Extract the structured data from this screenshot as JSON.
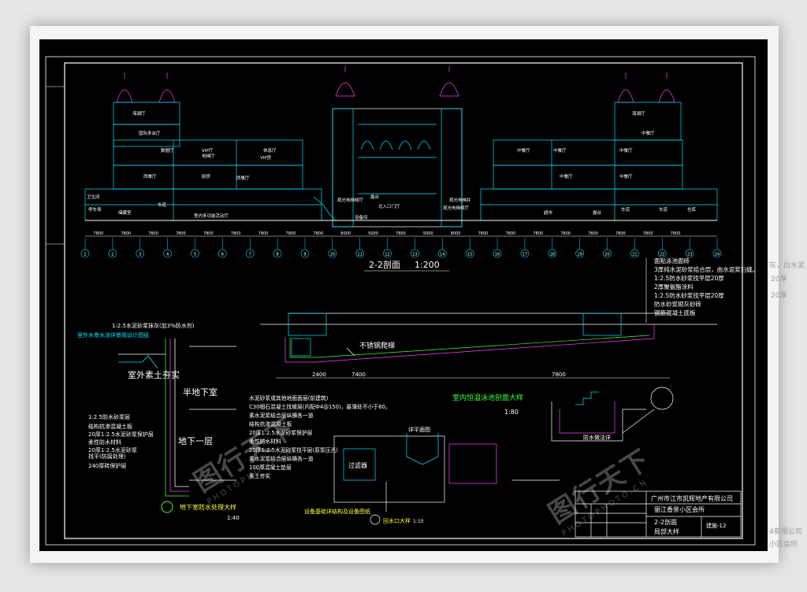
{
  "section": {
    "title": "2-2剖面",
    "scale": "1:200",
    "room_labels": [
      "海湖厅",
      "国际多会厅",
      "数据厅",
      "VIP厅",
      "休息厅",
      "VIP房",
      "电梯厅",
      "西餐厅",
      "厨房",
      "西餐厅",
      "室内多功能活动厅",
      "露台",
      "北入口门厅",
      "观光电梯候厅",
      "设备间",
      "观光电梯井",
      "观光电梯候厅",
      "中餐厅",
      "中餐厅",
      "中餐厅",
      "海湖厅",
      "中餐厅",
      "中餐厅",
      "中餐厅",
      "超市",
      "露台",
      "卫生间",
      "停车场",
      "车道",
      "车道",
      "车道",
      "储藏室",
      "仓库"
    ],
    "grid_dims": [
      "7800",
      "7800",
      "7800",
      "7800",
      "7800",
      "7800",
      "7800",
      "7800",
      "7800",
      "8000",
      "5000",
      "7800",
      "5000",
      "8000",
      "7800",
      "7800",
      "7800",
      "7800",
      "7800",
      "7800",
      "7800",
      "7800"
    ],
    "axis_numbers": [
      "1",
      "2",
      "3",
      "4",
      "5",
      "6",
      "7",
      "8",
      "9",
      "10",
      "11",
      "12",
      "13",
      "14",
      "15",
      "16",
      "17",
      "18",
      "19",
      "20",
      "21",
      "22",
      "23",
      "24"
    ]
  },
  "roof_notes": [
    "面贴泳池面砖",
    "3厚纯水泥砂浆结合层，由水泥浆扫缝。",
    "1:2.5防水砂浆找平层20厚",
    "2厚聚氨酯涂料",
    "1:2.5防水砂浆找平层20厚",
    "防水砂浆砌灰砂砖",
    "钢筋混凝土底板"
  ],
  "pool": {
    "title": "室内恒温泳池剖面大样",
    "scale": "1:80",
    "label_ladder": "不锈钢爬梯",
    "label_drain": "防水做法详",
    "dim_left": "7400",
    "dim_right": "7800",
    "dim_mid": "2400"
  },
  "basement": {
    "title": "地下室防水处理大样",
    "scale": "1:40",
    "label_top1": "1:2.5水泥砂浆抹灰(加3%防水剂)",
    "label_top2": "室外水景水池详景观设计图纸",
    "label_soil": "室外素土夯实",
    "label_half": "半地下室",
    "label_b1": "地下一层",
    "layers": [
      "1:2.5防水砂浆层",
      "结构抗渗混凝土板",
      "20厚1:2.5水泥砂浆保护层",
      "柔性防水材料",
      "20厚1:2.5水泥砂浆",
      "找平(防腐处理)",
      "240厚砖保护层"
    ],
    "floor_layers": [
      "水泥砂浆或其他地面面层(前建筑)",
      "C30细石混凝土找坡层(内配Ф4@150)，最薄处不小于60。",
      "素水泥浆结合层纵横各一道",
      "结构抗渗混凝土板",
      "20厚1:2.5水泥砂浆保护层",
      "柔性防水材料",
      "20厚1:2.5水泥砂浆找平层(原浆压光)",
      "素水泥浆结合层纵横各一道",
      "100厚混凝土垫层",
      "素土夯实"
    ]
  },
  "drain": {
    "title": "回水口大样",
    "scale": "1:10",
    "label_top": "详平面图",
    "label_box": "过滤器",
    "subtitle": "设备基础详结构及设备图纸"
  },
  "title_block": {
    "company": "广州市江市凯辉地产有限公司",
    "project": "丽江香景小区会所",
    "drawing": "2-2剖面",
    "drawing2": "局部大样",
    "code": "建施-12"
  },
  "watermarks": [
    "图行天下",
    "PHOTOPHOTO.CN"
  ],
  "outside_text": [
    "灰，白水泥",
    "20厚",
    "20厚",
    "4有限公司",
    "小区会所"
  ],
  "colors": {
    "sheet": "#000000",
    "frame": "#ffffff",
    "cyan": "#00e5ff",
    "yellow": "#ffff3a",
    "green": "#3cff3c",
    "magenta": "#ff3cff",
    "red": "#ff3030"
  }
}
